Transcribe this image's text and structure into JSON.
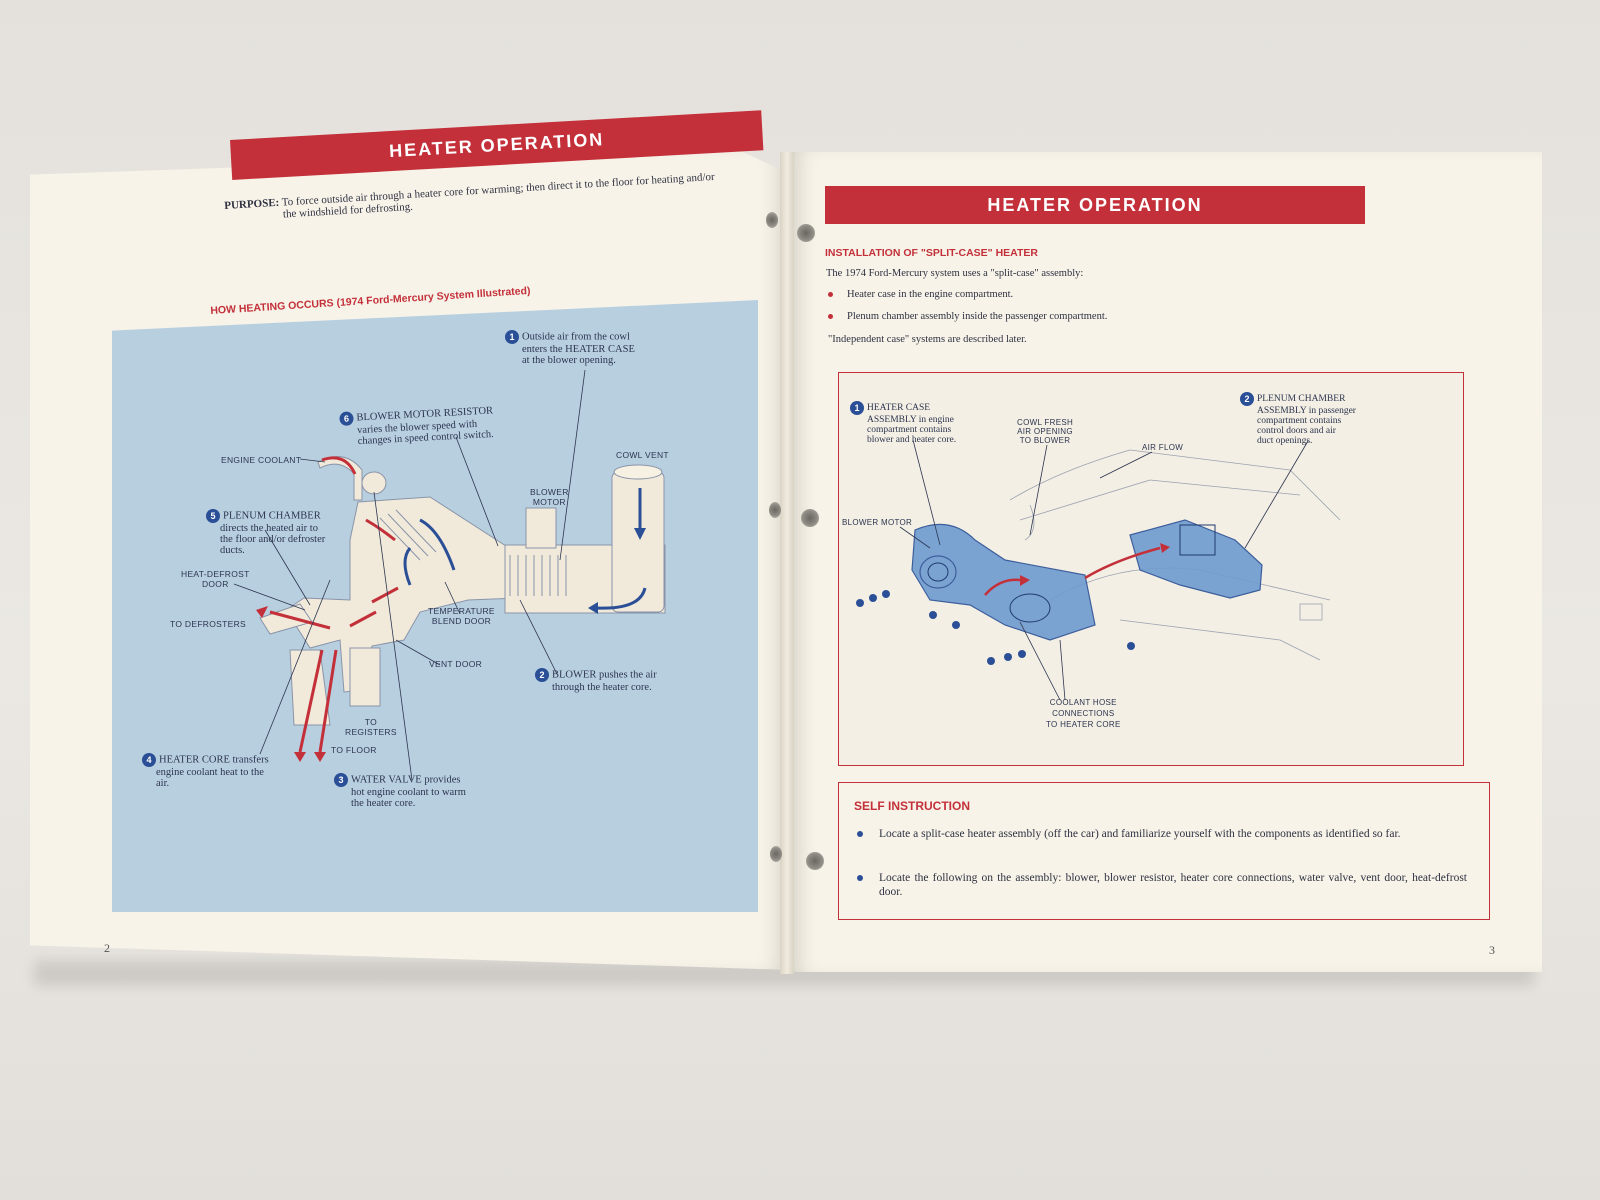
{
  "left_page": {
    "header": "HEATER OPERATION",
    "purpose_label": "PURPOSE:",
    "purpose_line1": "To force outside air through a heater core for warming; then direct it to the floor for heating and/or",
    "purpose_line2": "the windshield for defrosting.",
    "section_title": "HOW HEATING OCCURS (1974 Ford-Mercury System Illustrated)",
    "callouts": [
      {
        "num": "1",
        "lines": [
          "Outside air from the cowl",
          "enters the HEATER CASE",
          "at the blower opening."
        ]
      },
      {
        "num": "2",
        "lines": [
          "BLOWER pushes the air",
          "through the heater core."
        ]
      },
      {
        "num": "3",
        "lines": [
          "WATER VALVE provides",
          "hot engine coolant to warm",
          "the heater core."
        ]
      },
      {
        "num": "4",
        "lines": [
          "HEATER CORE transfers",
          "engine coolant heat to the",
          "air."
        ]
      },
      {
        "num": "5",
        "lines": [
          "PLENUM CHAMBER",
          "directs the heated air to",
          "the floor and/or defroster",
          "ducts."
        ]
      },
      {
        "num": "6",
        "lines": [
          "BLOWER MOTOR RESISTOR",
          "varies the blower speed with",
          "changes in speed control switch."
        ]
      }
    ],
    "labels": {
      "engine_coolant": "ENGINE COOLANT",
      "cowl_vent": "COWL VENT",
      "blower_motor_1": "BLOWER",
      "blower_motor_2": "MOTOR",
      "heat_defrost_1": "HEAT-DEFROST",
      "heat_defrost_2": "DOOR",
      "to_defrosters": "TO DEFROSTERS",
      "temp_blend_1": "TEMPERATURE",
      "temp_blend_2": "BLEND DOOR",
      "vent_door": "VENT DOOR",
      "to_registers_1": "TO",
      "to_registers_2": "REGISTERS",
      "to_floor": "TO FLOOR"
    },
    "page_number": "2"
  },
  "right_page": {
    "header": "HEATER OPERATION",
    "subtitle": "INSTALLATION OF \"SPLIT-CASE\" HEATER",
    "intro": "The 1974 Ford-Mercury system uses a \"split-case\" assembly:",
    "bullets": [
      "Heater case in the engine compartment.",
      "Plenum chamber assembly inside the passenger compartment."
    ],
    "note": "\"Independent case\" systems are described later.",
    "diagram": {
      "c1_num": "1",
      "c1_lines": [
        "HEATER CASE",
        "ASSEMBLY in engine",
        "compartment contains",
        "blower and heater core."
      ],
      "c2_num": "2",
      "c2_lines": [
        "PLENUM CHAMBER",
        "ASSEMBLY in passenger",
        "compartment contains",
        "control doors and air",
        "duct openings."
      ],
      "cowl_lines": [
        "COWL FRESH",
        "AIR OPENING",
        "TO BLOWER"
      ],
      "air_flow": "AIR FLOW",
      "blower_motor": "BLOWER MOTOR",
      "coolant_lines": [
        "COOLANT HOSE",
        "CONNECTIONS",
        "TO HEATER CORE"
      ]
    },
    "self_instruction": {
      "title": "SELF INSTRUCTION",
      "items": [
        "Locate a split-case heater assembly (off the car) and familiarize yourself with the components as identified so far.",
        "Locate the following on the assembly: blower, blower resistor, heater core connections, water valve, vent door, heat-defrost door."
      ]
    },
    "page_number": "3"
  }
}
